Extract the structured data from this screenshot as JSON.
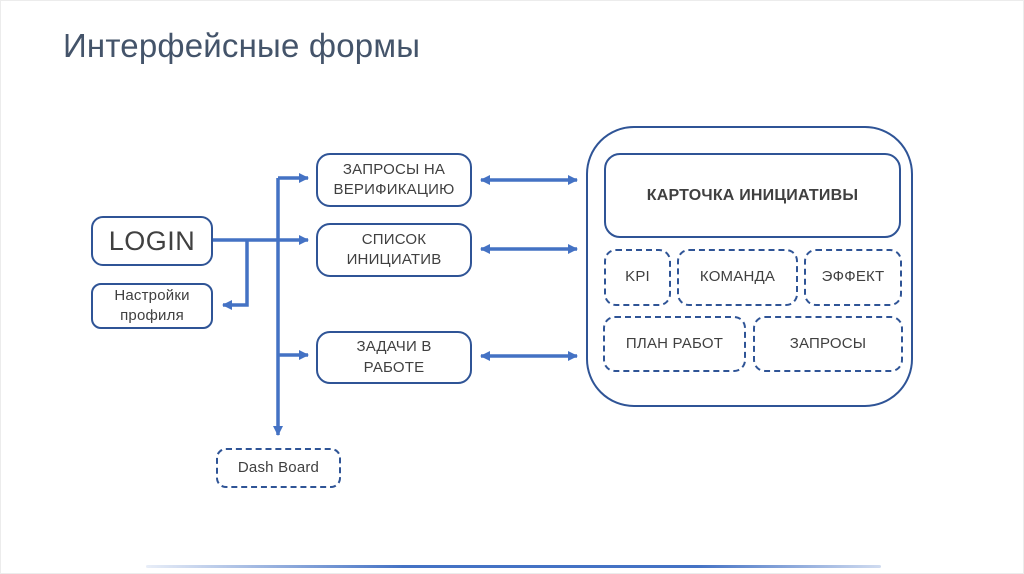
{
  "title": "Интерфейсные формы",
  "colors": {
    "arrow": "#4472C4",
    "box_border": "#2F5496",
    "title_text": "#44546A",
    "node_text": "#404040"
  },
  "nodes": {
    "login": {
      "label": "LOGIN"
    },
    "profile_settings": {
      "label": "Настройки профиля"
    },
    "verification_requests": {
      "label": "ЗАПРОСЫ НА ВЕРИФИКАЦИЮ"
    },
    "initiatives_list": {
      "label": "СПИСОК ИНИЦИАТИВ"
    },
    "tasks_in_progress": {
      "label": "ЗАДАЧИ В РАБОТЕ"
    },
    "dashboard": {
      "label": "Dash Board"
    },
    "initiative_card": {
      "label": "КАРТОЧКА ИНИЦИАТИВЫ"
    },
    "kpi": {
      "label": "KPI"
    },
    "team": {
      "label": "КОМАНДА"
    },
    "effect": {
      "label": "ЭФФЕКТ"
    },
    "work_plan": {
      "label": "ПЛАН РАБОТ"
    },
    "requests": {
      "label": "ЗАПРОСЫ"
    }
  },
  "edges": [
    {
      "from": "login",
      "to": "trunk",
      "type": "line"
    },
    {
      "from": "login",
      "to": "profile_settings",
      "type": "arrow"
    },
    {
      "from": "trunk",
      "to": "verification_requests",
      "type": "arrow"
    },
    {
      "from": "trunk",
      "to": "initiatives_list",
      "type": "arrow"
    },
    {
      "from": "trunk",
      "to": "tasks_in_progress",
      "type": "arrow"
    },
    {
      "from": "trunk",
      "to": "dashboard",
      "type": "arrow"
    },
    {
      "from": "verification_requests",
      "to": "initiative_card_container",
      "type": "double-arrow"
    },
    {
      "from": "initiatives_list",
      "to": "initiative_card_container",
      "type": "double-arrow"
    },
    {
      "from": "tasks_in_progress",
      "to": "initiative_card_container",
      "type": "double-arrow"
    }
  ]
}
